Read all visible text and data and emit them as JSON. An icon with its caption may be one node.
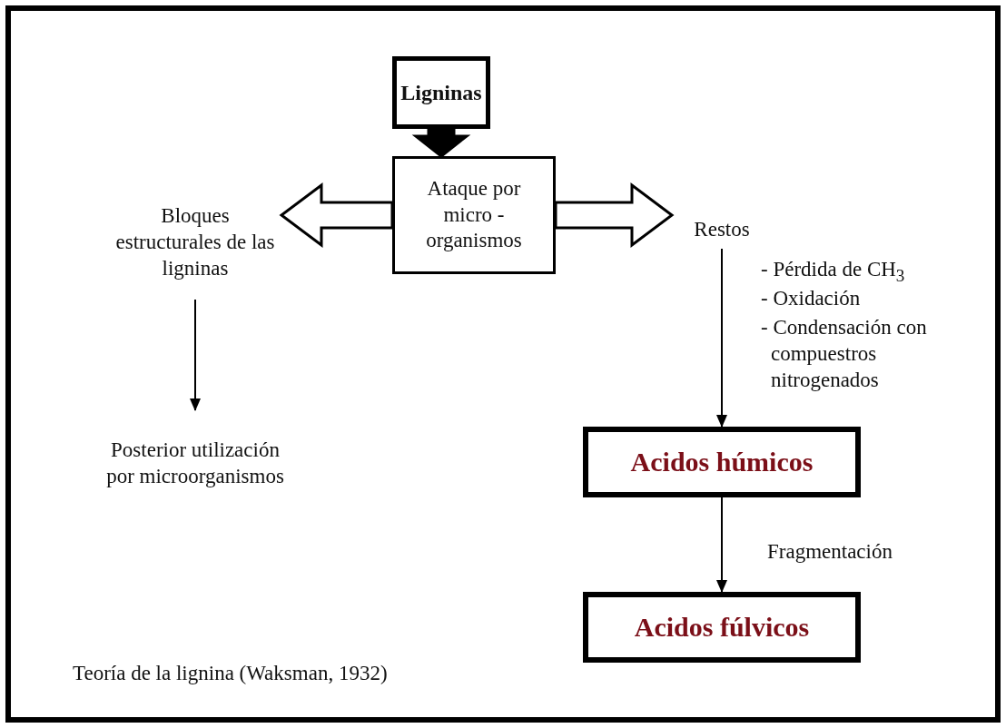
{
  "diagram": {
    "caption": "Teoría de la lignina (Waksman, 1932)",
    "nodes": [
      {
        "text": [
          "Ligninas"
        ]
      },
      {
        "text": [
          "Ataque por micro - organismos"
        ]
      },
      {
        "text": [
          "Bloques estructurales de las ligninas"
        ]
      },
      {
        "text": [
          "Restos"
        ]
      },
      {
        "text": [
          "Posterior utilización por microorganismos"
        ]
      },
      {
        "text": [
          "Acidos húmicos"
        ]
      },
      {
        "text": [
          "Acidos fúlvicos"
        ]
      }
    ],
    "edges": [
      {
        "from": 0,
        "to": 1,
        "arrow": "to",
        "style": "thick"
      },
      {
        "from": 1,
        "to": 2,
        "arrow": "to",
        "style": "thick"
      },
      {
        "from": 1,
        "to": 3,
        "arrow": "to",
        "style": "thick"
      },
      {
        "from": 2,
        "to": 4,
        "arrow": "to"
      },
      {
        "from": 3,
        "to": 5,
        "arrow": "to"
      },
      {
        "from": 5,
        "to": 6,
        "arrow": "to",
        "label": "Fragmentación"
      }
    ],
    "labels": [
      "- Pérdida de CH$_{3}$",
      "- Oxidación",
      "- Condensación con compuestros nitrogenados"
    ]
  }
}
